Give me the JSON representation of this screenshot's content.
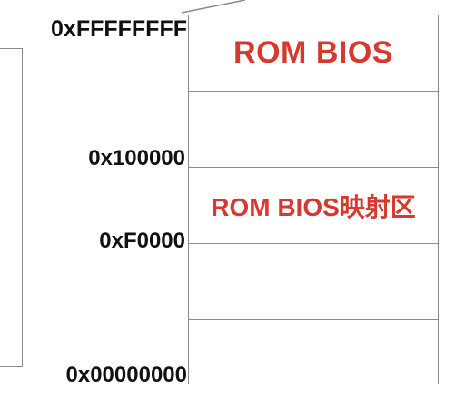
{
  "memory_map": {
    "addresses": {
      "top": "0xFFFFFFFF",
      "one_mb": "0x100000",
      "f0000": "0xF0000",
      "zero": "0x00000000"
    },
    "regions": {
      "rom_bios": "ROM BIOS",
      "rom_bios_shadow": "ROM BIOS映射区"
    },
    "colors": {
      "region_label": "#d63a2f",
      "address_label": "#111111",
      "border": "#8a8a8a"
    }
  }
}
